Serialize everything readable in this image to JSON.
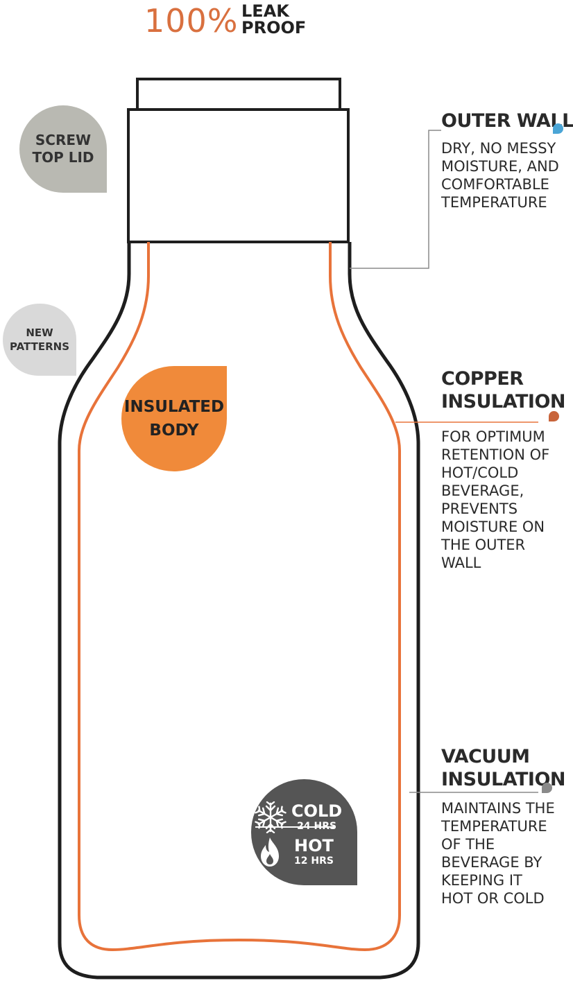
{
  "header": {
    "percent": "100%",
    "leak": "LEAK",
    "proof": "PROOF"
  },
  "badges": {
    "screw_top_lid": {
      "line1": "SCREW",
      "line2": "TOP LID"
    },
    "new_patterns": {
      "line1": "NEW",
      "line2": "PATTERNS"
    },
    "insulated_body": {
      "line1": "INSULATED",
      "line2": "BODY"
    },
    "temperature": {
      "cold": "COLD",
      "cold_hours": "24 HRS",
      "hot": "HOT",
      "hot_hours": "12 HRS"
    }
  },
  "callouts": {
    "outer_wall": {
      "title": "OUTER WALL",
      "desc": [
        "DRY, NO MESSY",
        "MOISTURE, AND",
        "COMFORTABLE",
        "TEMPERATURE"
      ]
    },
    "copper_insulation": {
      "title": [
        "COPPER",
        "INSULATION"
      ],
      "desc": [
        "FOR OPTIMUM",
        "RETENTION OF",
        "HOT/COLD",
        "BEVERAGE,",
        "PREVENTS",
        "MOISTURE ON",
        "THE OUTER",
        "WALL"
      ]
    },
    "vacuum_insulation": {
      "title": [
        "VACUUM",
        "INSULATION"
      ],
      "desc": [
        "MAINTAINS THE",
        "TEMPERATURE",
        "OF THE",
        "BEVERAGE BY",
        "KEEPING IT",
        "HOT OR COLD"
      ]
    }
  },
  "icons": {
    "cold": "snowflake-icon",
    "hot": "flame-icon"
  },
  "colors": {
    "accent_orange": "#d9703f",
    "insulated_orange": "#f08a3a",
    "copper_line": "#e8733a",
    "outline": "#1e1e1e",
    "badge_gray": "#b9b9b2",
    "badge_light_gray": "#d9d9d9",
    "badge_dark": "#555555",
    "outer_wall_dot": "#4aa5d6",
    "copper_dot": "#c8643a",
    "vacuum_dot": "#8a8a8a",
    "leader_line": "#8a8a8a"
  }
}
